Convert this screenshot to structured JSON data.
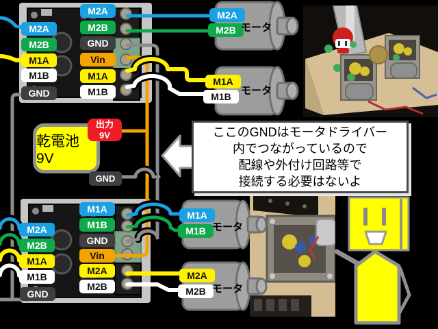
{
  "note": {
    "lines": [
      "ここのGNDはモータドライバー",
      "内でつながっているので",
      "配線や外付け回路等で",
      "接続する必要はないよ"
    ]
  },
  "battery": {
    "name": "乾電池9V",
    "output_line1": "出力",
    "output_line2": "9V",
    "gnd": "GND"
  },
  "driver_top": {
    "left": {
      "m2a": "M2A",
      "m2b": "M2B",
      "m1a": "M1A",
      "m1b": "M1B",
      "gnd": "GND"
    },
    "right": {
      "m2a": "M2A",
      "m2b": "M2B",
      "gnd": "GND",
      "vin": "Vin",
      "m1a": "M1A",
      "m1b": "M1B"
    }
  },
  "driver_bottom": {
    "left": {
      "m2a": "M2A",
      "m2b": "M2B",
      "m1a": "M1A",
      "m1b": "M1B",
      "gnd": "GND"
    },
    "right": {
      "m1a": "M1A",
      "m1b": "M1B",
      "gnd": "GND",
      "vin": "Vin",
      "m2a": "M2A",
      "m2b": "M2B"
    }
  },
  "motors": {
    "motor1": {
      "name": "モータ",
      "a": "M2A",
      "b": "M2B"
    },
    "motor2": {
      "name": "モータ",
      "a": "M1A",
      "b": "M1B"
    },
    "motor3": {
      "name": "モータ",
      "a": "M1A",
      "b": "M1B"
    },
    "motor4": {
      "name": "モータ",
      "a": "M2A",
      "b": "M2B"
    }
  },
  "colors": {
    "blue": "#1ba0e1",
    "green": "#0fa84a",
    "yellow": "#fff100",
    "white": "#ffffff",
    "orange": "#f5a300",
    "wire_gray": "#8c8c8c",
    "gnd_dark": "#3f3f3f",
    "red": "#ee1c24",
    "battery_yellow": "#ffff00"
  }
}
